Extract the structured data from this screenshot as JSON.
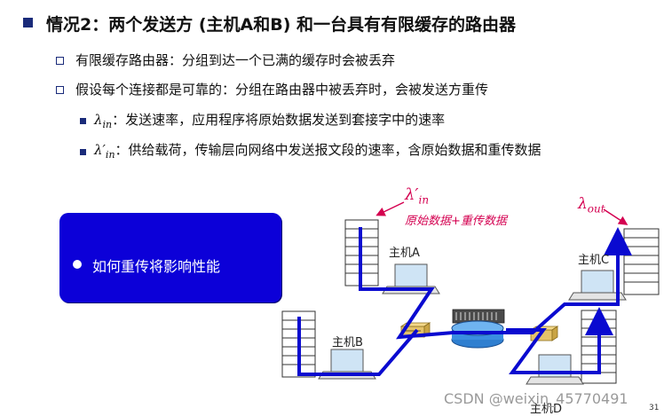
{
  "slide": {
    "heading": "情况2：两个发送方 (主机A和B) 和一台具有有限缓存的路由器",
    "sub_bullets": [
      "有限缓存路由器：分组到达一个已满的缓存时会被丢弃",
      "假设每个连接都是可靠的：分组在路由器中被丢弃时，会被发送方重传"
    ],
    "defs": [
      {
        "symbol": "λ",
        "sub": "in",
        "prime": "",
        "text": "：发送速率，应用程序将原始数据发送到套接字中的速率"
      },
      {
        "symbol": "λ",
        "sub": "in",
        "prime": "′",
        "text": "：供给载荷，传输层向网络中发送报文段的速率，含原始数据和重传数据"
      }
    ],
    "callout": "如何重传将影响性能",
    "diagram": {
      "lambda_in_prime": {
        "symbol": "λ",
        "prime": "′",
        "sub": "in"
      },
      "red_caption": "原始数据+重传数据",
      "lambda_out": {
        "symbol": "λ",
        "sub": "out"
      },
      "hosts": {
        "a": "主机A",
        "b": "主机B",
        "c": "主机C",
        "d": "主机D"
      }
    },
    "watermark": "CSDN @weixin_45770491",
    "page_number": "31"
  },
  "colors": {
    "bullet": "#1a2b7a",
    "callout_bg": "#0c00d8",
    "path": "#0a0ad0",
    "annotation": "#d40050"
  }
}
